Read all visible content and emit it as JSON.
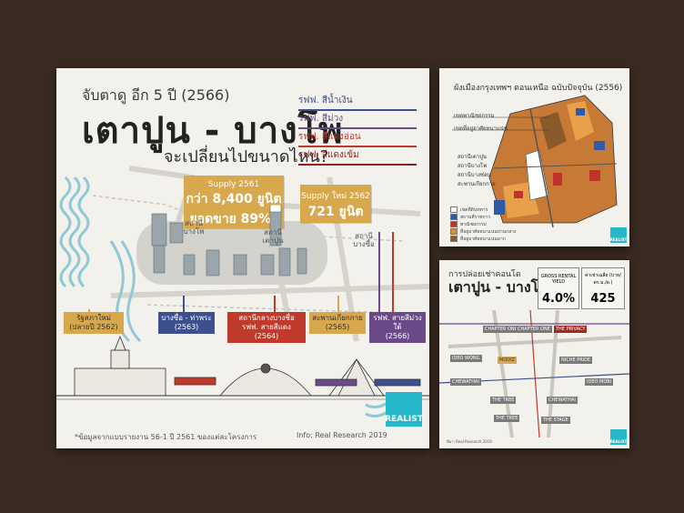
{
  "main": {
    "subtitle": "จับตาดู อีก 5 ปี (2566)",
    "title": "เตาปูน - บางโพ",
    "question": "จะเปลี่ยนไปขนาดไหน?",
    "legend": [
      {
        "label": "รฟฟ. สีน้ำเงิน",
        "color": "#3d4f8f"
      },
      {
        "label": "รฟฟ. สีม่วง",
        "color": "#6b4a8a"
      },
      {
        "label": "รฟฟ. สีแดงอ่อน",
        "color": "#c03a2b"
      },
      {
        "label": "รฟฟ. สีแดงเข้ม",
        "color": "#8e1f1f"
      }
    ],
    "callout_supply": {
      "line1": "Supply 2561",
      "line2": "กว่า 8,400 ยูนิต",
      "line3": "ยอดขาย 89%*"
    },
    "callout_new": {
      "line1": "Supply ใหม่ 2562",
      "line2": "721 ยูนิต"
    },
    "stations": [
      {
        "label": "สถานี\nบางโพ"
      },
      {
        "label": "สถานี\nเตาปูน"
      },
      {
        "label": "สถานี\nบางซื่อ"
      }
    ],
    "boxes": [
      {
        "label": "รัฐสภาใหม่\n(ปลายปี 2562)",
        "color": "#d8a84c"
      },
      {
        "label": "บางซื่อ - ท่าพระ\n(2563)",
        "color": "#3d4f8f"
      },
      {
        "label": "สถานีกลางบางซื่อ\nรฟฟ. สายสีแดง (2564)",
        "color": "#c03a2b"
      },
      {
        "label": "สะพานเกียกกาย\n(2565)",
        "color": "#d8a84c"
      },
      {
        "label": "รฟฟ. สายสีม่วงใต้\n(2566)",
        "color": "#6b4a8a"
      }
    ],
    "footnote": "*ข้อมูลจากแบบรายงาน 56-1 ปี 2561 ของแต่ละโครงการ",
    "info": "Info: Real Research 2019",
    "brand": "REALIST"
  },
  "map": {
    "title": "ผังเมืองกรุงเทพฯ ตอนเหนือ ฉบับปัจจุบัน (2556)",
    "labels": [
      "เขตพาณิชยกรรม",
      "เขตที่อยู่อาศัยหนาแน่น",
      "สถานีเตาปูน",
      "สถานีบางโพ",
      "สถานีบางซ่อน",
      "สะพานเกียกกาย"
    ],
    "legend": [
      {
        "label": "เขตที่ดินทหาร",
        "color": "#ffffff"
      },
      {
        "label": "สถานที่ราชการ",
        "color": "#2f5aa8"
      },
      {
        "label": "พาณิชยกรรม",
        "color": "#c0332b"
      },
      {
        "label": "ที่อยู่อาศัยหนาแน่นปานกลาง",
        "color": "#d98a3a"
      },
      {
        "label": "ที่อยู่อาศัยหนาแน่นมาก",
        "color": "#8a5a2a"
      }
    ],
    "brand": "REALIST"
  },
  "rent": {
    "title1": "การปล่อยเช่าคอนโด",
    "title2": "เตาปูน - บางโพ",
    "yield_label": "GROSS RENTAL YIELD",
    "yield_value": "4.0%",
    "rent_label": "ค่าเช่าเฉลี่ย (บาท/ตร.ม./ด.)",
    "rent_value": "425",
    "projects": [
      "CHAPTER ONE",
      "CHAPTER ONE",
      "THE PRIVACY",
      "IDEO WONG",
      "MODIZ",
      "NICHE PRIDE",
      "CHEWATHAI",
      "IDEO MOBI",
      "THE TREE",
      "CHEWATHAI",
      "THE TREE",
      "THE STAGE"
    ],
    "source": "ที่มา: Real Research 2019",
    "brand": "REALIST"
  }
}
